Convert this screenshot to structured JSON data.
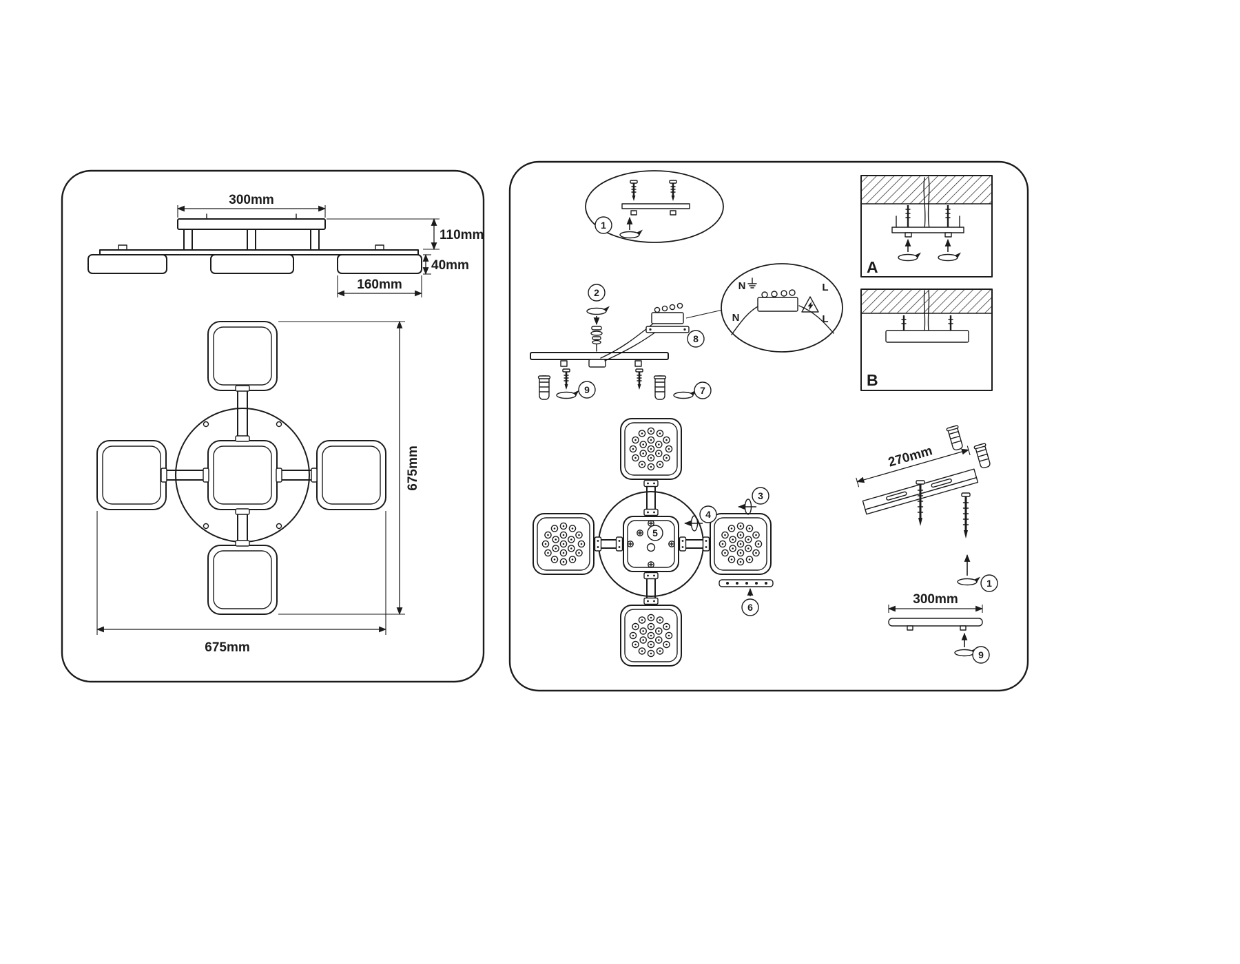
{
  "colors": {
    "line": "#1b1b1b",
    "background": "#ffffff"
  },
  "left_panel": {
    "side_view": {
      "dim_width": "300mm",
      "dim_height_total": "110mm",
      "dim_shade_height": "40mm",
      "dim_shade_width": "160mm"
    },
    "top_view": {
      "dim_height": "675mm",
      "dim_width": "675mm"
    }
  },
  "right_panel": {
    "callouts": {
      "c1": "1",
      "c2": "2",
      "c3": "3",
      "c4": "4",
      "c5": "5",
      "c6": "6",
      "c7": "7",
      "c8": "8",
      "c9": "9"
    },
    "wiring": {
      "n_top": "N",
      "l_top": "L",
      "n_bottom": "N",
      "l_bottom": "L"
    },
    "variants": {
      "a": "A",
      "b": "B"
    },
    "dims": {
      "bracket": "270mm",
      "bar": "300mm"
    }
  }
}
